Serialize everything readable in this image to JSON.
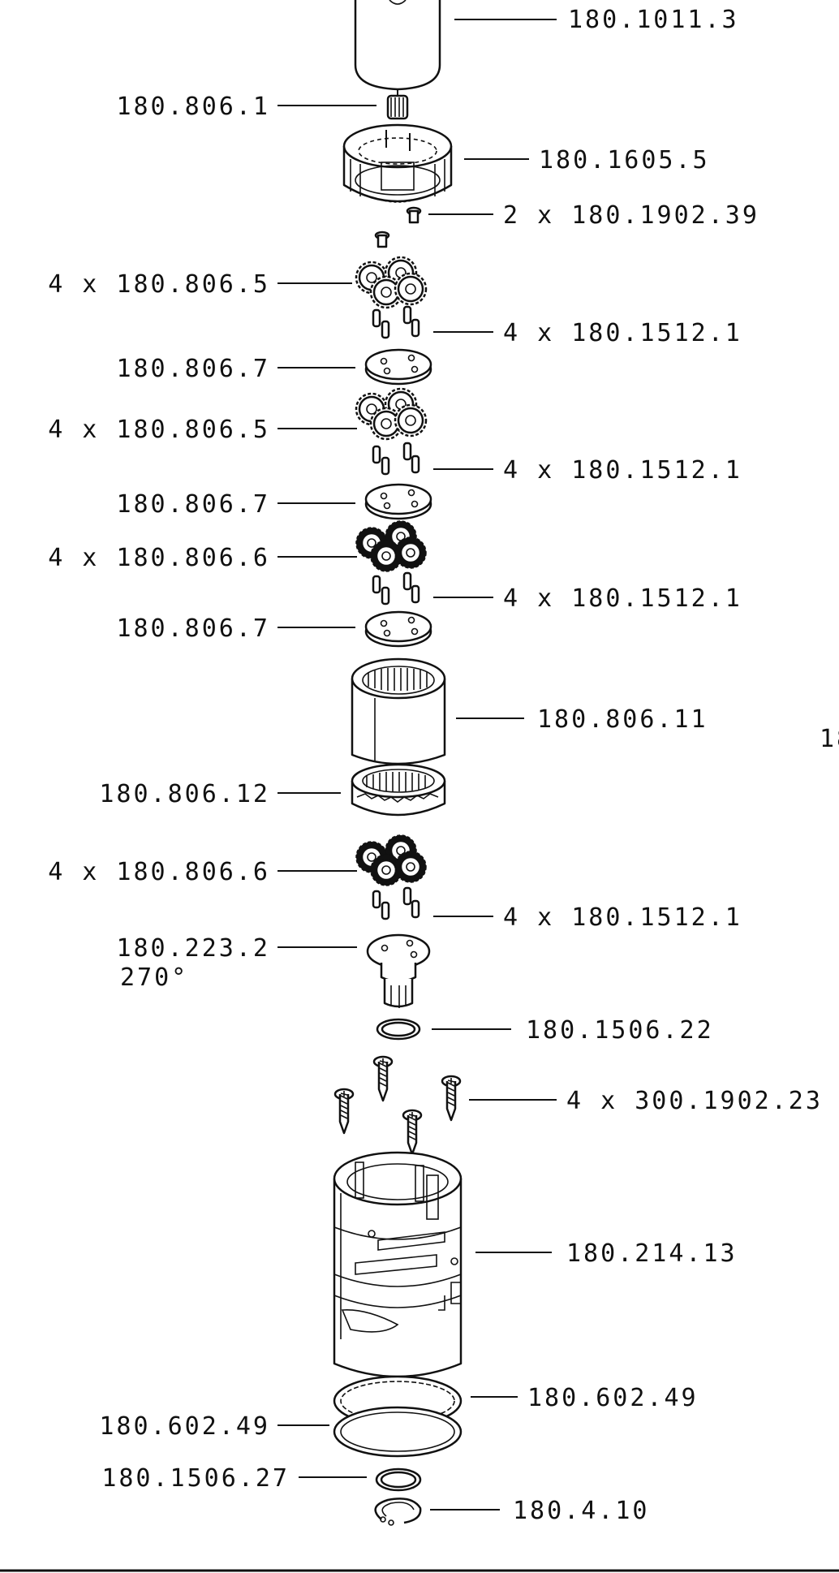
{
  "labels": {
    "motor": "180.1011.3",
    "pinion": "180.806.1",
    "motor_flange": "180.1605.5",
    "flange_screws": "2 x 180.1902.39",
    "gears_stage1": "4 x 180.806.5",
    "pins_stage1": "4 x 180.1512.1",
    "carrier_stage1": "180.806.7",
    "gears_stage2": "4 x 180.806.5",
    "pins_stage2": "4 x 180.1512.1",
    "carrier_stage2": "180.806.7",
    "gears_stage3": "4 x 180.806.6",
    "pins_stage3": "4 x 180.1512.1",
    "carrier_stage3": "180.806.7",
    "ring_gear": "180.806.11",
    "ring_gear_lower": "180.806.12",
    "gears_stage4": "4 x 180.806.6",
    "pins_stage4": "4 x 180.1512.1",
    "output_shaft": "180.223.2",
    "output_shaft_angle": "270°",
    "oring_upper": "180.1506.22",
    "housing_screws": "4 x 300.1902.23",
    "housing": "180.214.13",
    "seal_right": "180.602.49",
    "seal_left": "180.602.49",
    "oring_lower": "180.1506.27",
    "circlip": "180.4.10",
    "cut_off_right_label": "18"
  }
}
